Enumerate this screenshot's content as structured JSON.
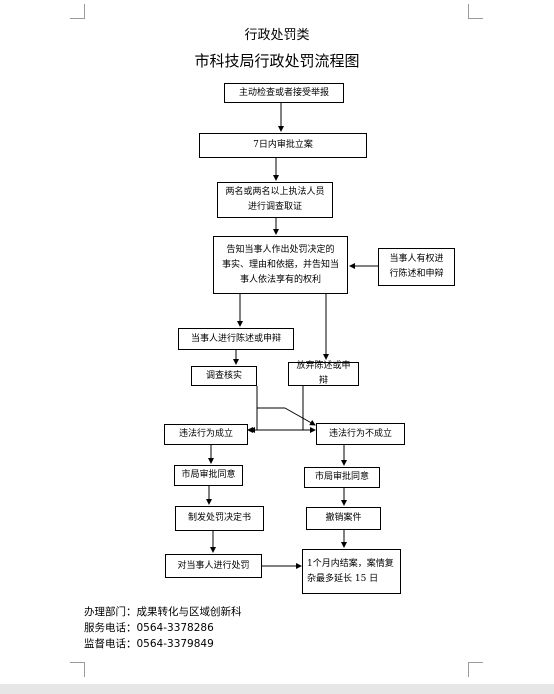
{
  "title": "行政处罚类",
  "subtitle": "市科技局行政处罚流程图",
  "nodes": {
    "n1": "主动检查或者接受举报",
    "n2": "7日内审批立案",
    "n3": "两名或两名以上执法人员\n进行调查取证",
    "n4": "告知当事人作出处罚决定的\n事实、理由和依据，并告知当\n事人依法享有的权利",
    "n5": "当事人有权进\n行陈述和申辩",
    "n6": "当事人进行陈述或申辩",
    "n7": "调查核实",
    "n8": "放弃陈述或申辩",
    "n9": "违法行为成立",
    "n10": "违法行为不成立",
    "n11": "市局审批同意",
    "n12": "市局审批同意",
    "n13": "制发处罚决定书",
    "n14": "撤销案件",
    "n15": "对当事人进行处罚",
    "n16": "1个月内结案，案情复\n杂最多延长 15 日"
  },
  "footer": {
    "dept": "办理部门：成果转化与区域创新科",
    "service_phone": "服务电话：0564-3378286",
    "supervise_phone": "监督电话：0564-3379849"
  }
}
